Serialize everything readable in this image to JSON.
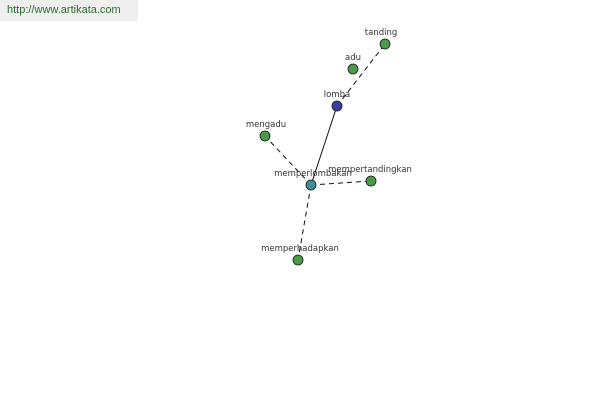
{
  "header": {
    "url": "http://www.artikata.com"
  },
  "graph": {
    "nodes": {
      "lomba": {
        "label": "lomba",
        "color": "#3a3f9a"
      },
      "memperlombakan": {
        "label": "memperlombakan",
        "color": "#3f8f94"
      },
      "tanding": {
        "label": "tanding",
        "color": "#4a9a4a"
      },
      "adu": {
        "label": "adu",
        "color": "#4a9a4a"
      },
      "mengadu": {
        "label": "mengadu",
        "color": "#4a9a4a"
      },
      "mempertandingkan": {
        "label": "mempertandingkan",
        "color": "#4a9a4a"
      },
      "memperhadapkan": {
        "label": "memperhadapkan",
        "color": "#4a9a4a"
      }
    },
    "edges": [
      {
        "from": "lomba",
        "to": "memperlombakan",
        "style": "solid"
      },
      {
        "from": "lomba",
        "to": "tanding",
        "style": "dashed"
      },
      {
        "from": "memperlombakan",
        "to": "mengadu",
        "style": "dashed"
      },
      {
        "from": "memperlombakan",
        "to": "mempertandingkan",
        "style": "dashed"
      },
      {
        "from": "memperlombakan",
        "to": "memperhadapkan",
        "style": "dashed"
      }
    ]
  }
}
